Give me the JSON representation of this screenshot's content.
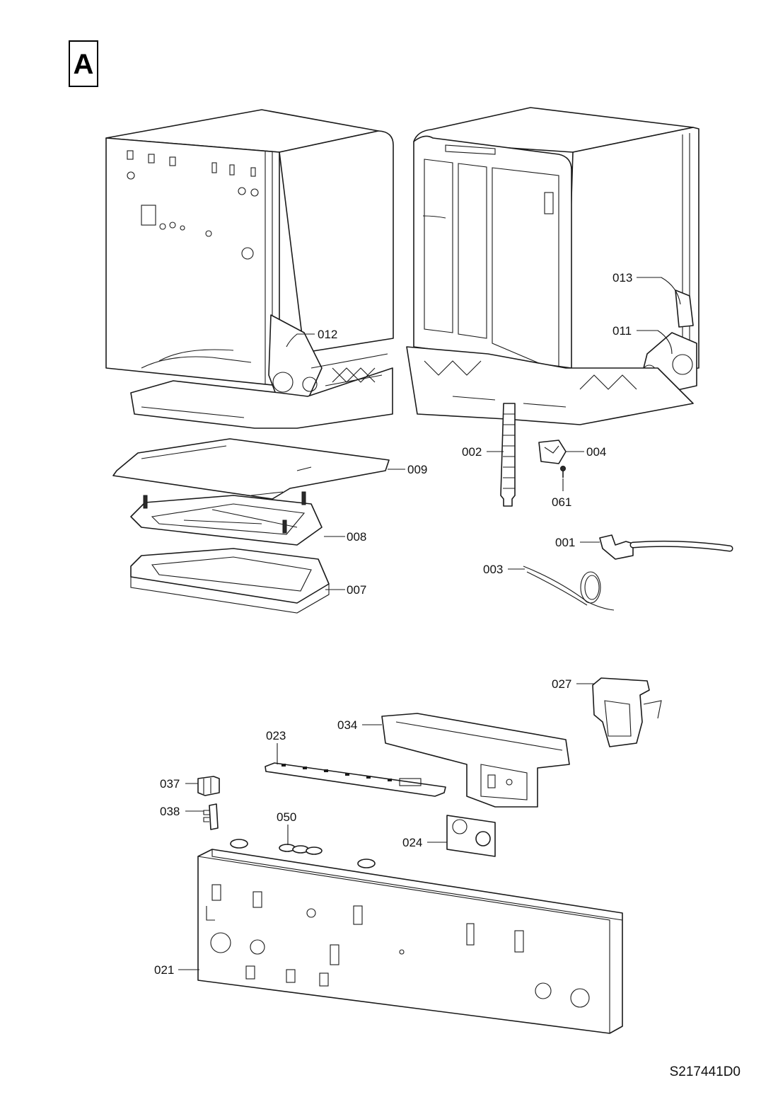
{
  "section_label": "A",
  "document_id": "S217441D0",
  "callouts": {
    "c001": "001",
    "c002": "002",
    "c003": "003",
    "c004": "004",
    "c007": "007",
    "c008": "008",
    "c009": "009",
    "c011": "011",
    "c012": "012",
    "c013": "013",
    "c021": "021",
    "c023": "023",
    "c024": "024",
    "c027": "027",
    "c034": "034",
    "c037": "037",
    "c038": "038",
    "c050": "050",
    "c061": "061"
  }
}
